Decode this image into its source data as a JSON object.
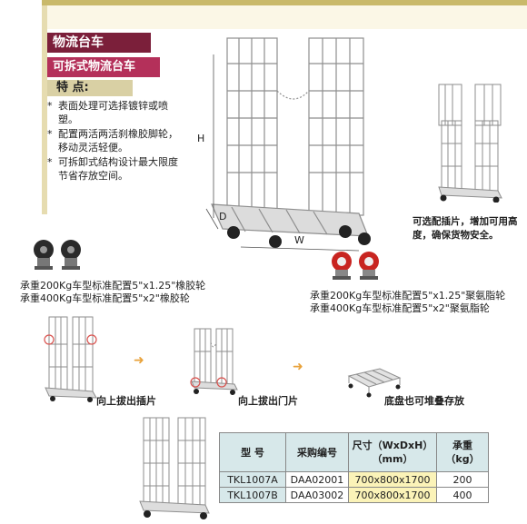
{
  "header": {
    "category": "物流台车",
    "product": "可拆式物流台车"
  },
  "features": {
    "heading": "特 点:",
    "items": [
      "表面处理可选择镀锌或喷塑。",
      "配置两活两活刹橡胶脚轮，移动灵活轻便。",
      "可拆卸式结构设计最大限度节省存放空间。"
    ]
  },
  "dims": {
    "h": "H",
    "d": "D",
    "w": "W"
  },
  "captions": {
    "insert": "可选配插片，增加可用高度，确保货物安全。",
    "rubber": [
      "承重200Kg车型标准配置5\"x1.25\"橡胶轮",
      "承重400Kg车型标准配置5\"x2\"橡胶轮"
    ],
    "pu": [
      "承重200Kg车型标准配置5\"x1.25\"聚氨脂轮",
      "承重400Kg车型标准配置5\"x2\"聚氨脂轮"
    ],
    "step1": "向上拔出插片",
    "step2": "向上拔出门片",
    "step3": "底盘也可堆叠存放"
  },
  "table": {
    "headers": [
      "型  号",
      "采购编号",
      "尺寸（WxDxH）\n（mm）",
      "承重\n（kg）"
    ],
    "rows": [
      [
        "TKL1007A",
        "DAA02001",
        "700x800x1700",
        "200"
      ],
      [
        "TKL1007B",
        "DAA03002",
        "700x800x1700",
        "400"
      ]
    ]
  },
  "colors": {
    "title_dark": "#7b1f3a",
    "title_pink": "#b4305a",
    "feature_bg": "#d9d0a4",
    "table_header": "#d7e8ea",
    "table_size_cell": "#fbf3b8",
    "arrow": "#e8a23a"
  }
}
